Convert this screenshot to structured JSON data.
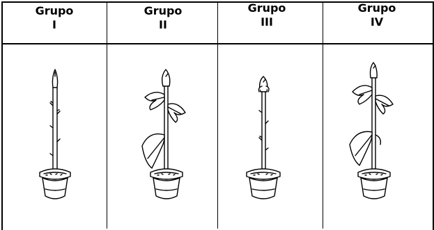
{
  "groups": [
    {
      "label": "Grupo",
      "numeral": "I"
    },
    {
      "label": "Grupo",
      "numeral": "II"
    },
    {
      "label": "Grupo",
      "numeral": "III"
    },
    {
      "label": "Grupo",
      "numeral": "IV"
    }
  ]
}
